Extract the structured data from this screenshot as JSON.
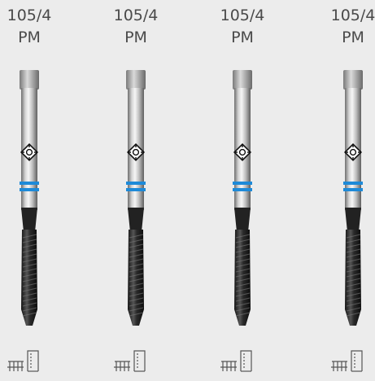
{
  "brand": {
    "stripe_color": "#1e8ad8",
    "background": "#ececec"
  },
  "tools": [
    {
      "code": "105/4",
      "grade": "PM"
    },
    {
      "code": "105/4",
      "grade": "PM"
    },
    {
      "code": "105/4",
      "grade": "PM"
    },
    {
      "code": "105/4",
      "grade": "PM"
    }
  ],
  "icons": {
    "shank_logo": "diamond-c-logo-icon",
    "threadform": "thread-form-symbol-icon",
    "bore": "bore-symbol-icon"
  }
}
